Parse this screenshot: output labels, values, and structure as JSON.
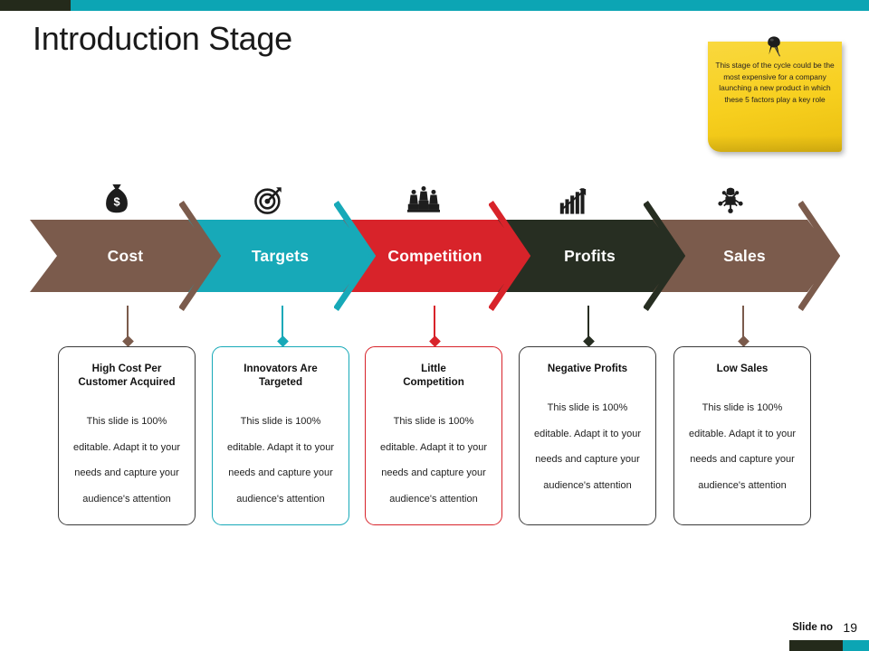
{
  "slide": {
    "title": "Introduction Stage",
    "footer_label": "Slide no",
    "footer_number": "19",
    "top_bar_dark_color": "#242A1B",
    "top_bar_teal_color": "#0CA5B4"
  },
  "sticky_note": {
    "text": "This stage of the cycle could be the most expensive for a company launching a new product in which these 5 factors play a key role",
    "background_color": "#F7CF1E",
    "pin_color": "#1a1a1a"
  },
  "stages": [
    {
      "label": "Cost",
      "color": "#7B5B4C",
      "icon": "money-bag-icon",
      "box_title": "High Cost Per\nCustomer Acquired",
      "box_body": "This slide is 100% editable. Adapt it to your needs and capture your audience's attention"
    },
    {
      "label": "Targets",
      "color": "#17A9B8",
      "icon": "target-arrow-icon",
      "box_title": "Innovators Are\nTargeted",
      "box_body": "This slide is 100% editable. Adapt it to your needs and capture your audience's attention"
    },
    {
      "label": "Competition",
      "color": "#D8232A",
      "icon": "podium-people-icon",
      "box_title": "Little\nCompetition",
      "box_body": "This slide is 100% editable. Adapt it to your needs and capture your audience's attention"
    },
    {
      "label": "Profits",
      "color": "#272E22",
      "icon": "growth-bar-chart-icon",
      "box_title": "Negative Profits",
      "box_body": "This slide is 100% editable. Adapt it to your needs and capture your audience's attention"
    },
    {
      "label": "Sales",
      "color": "#7B5B4C",
      "icon": "network-nodes-icon",
      "box_title": "Low Sales",
      "box_body": "This slide is 100% editable. Adapt it to your needs and capture your audience's attention"
    }
  ]
}
